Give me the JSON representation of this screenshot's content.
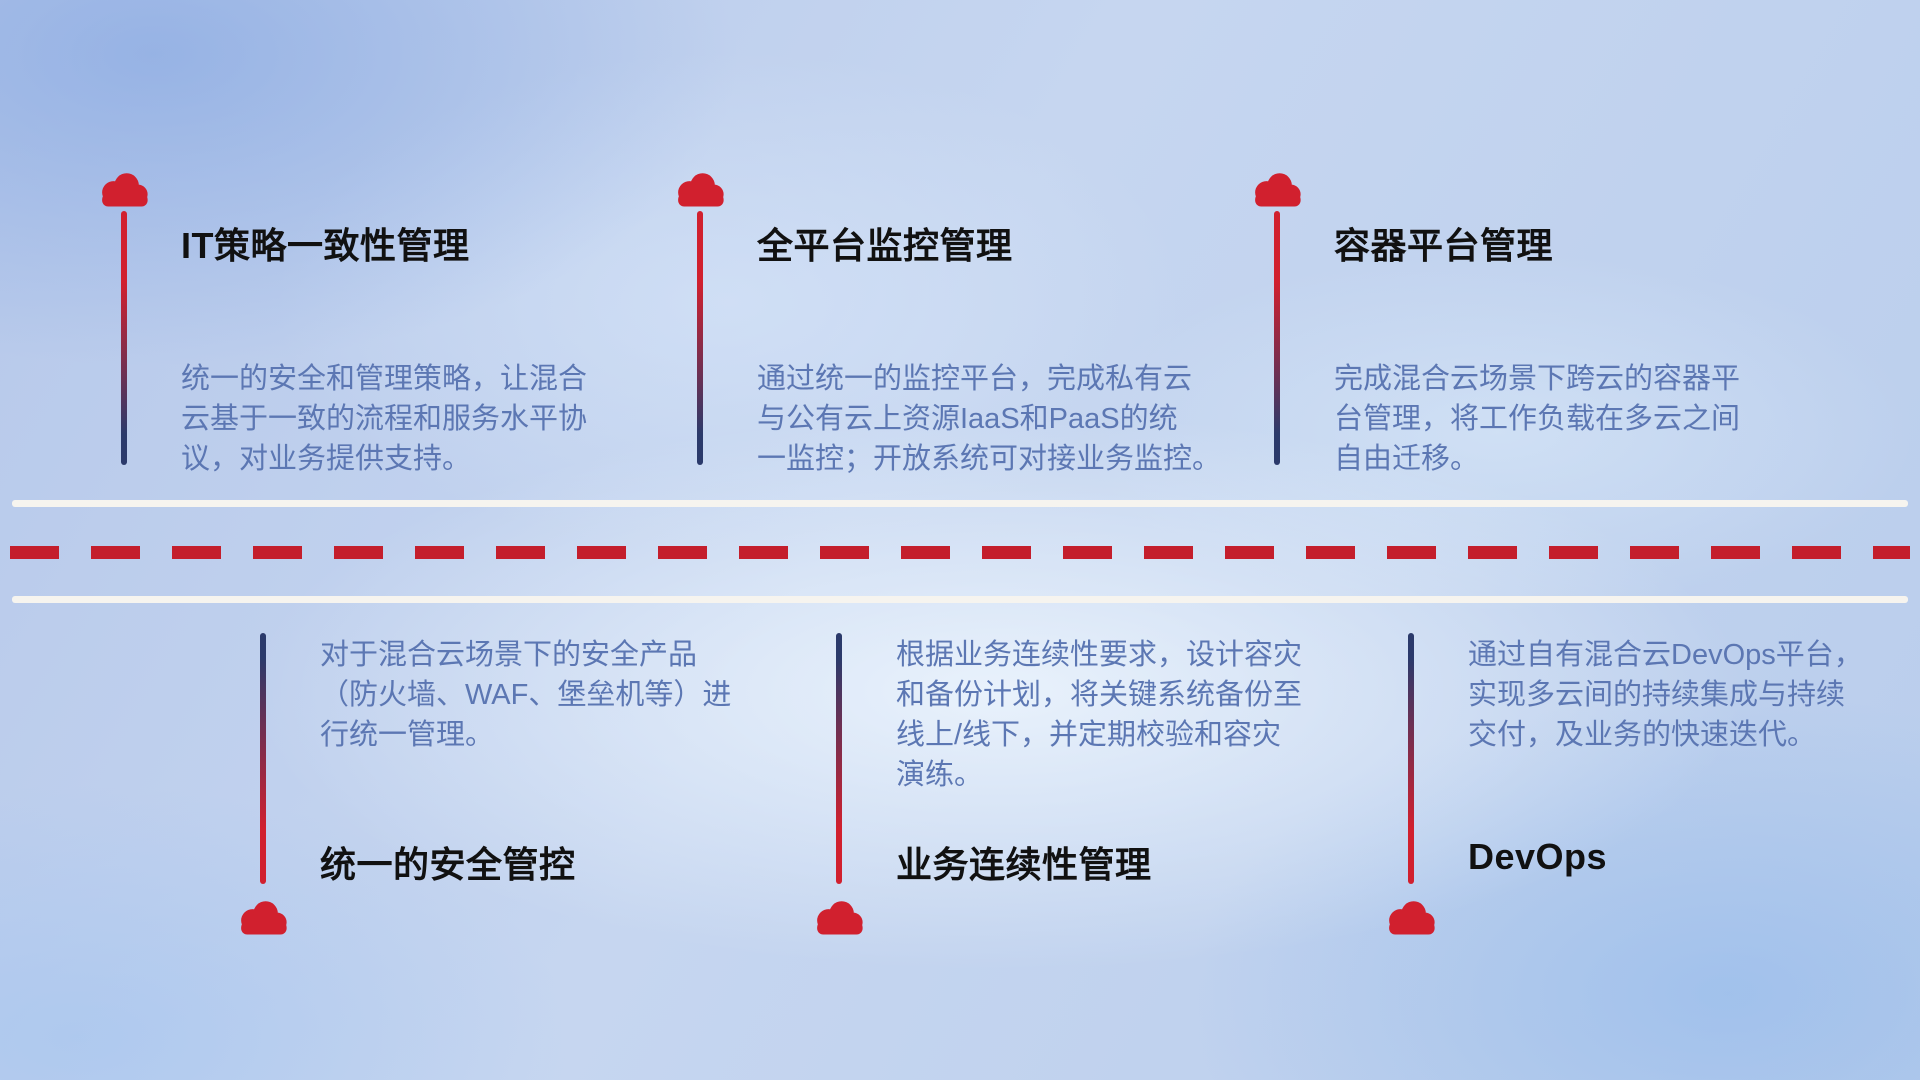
{
  "colors": {
    "cloud_red": "#d1202e",
    "line_red": "#d1202e",
    "line_navy": "#2b3a6b",
    "road_white": "#f6f4ef",
    "road_dash_red": "#c41e2c",
    "title_color": "#111111",
    "desc_color": "#5c77b3"
  },
  "top_items": [
    {
      "icon": "cloud-icon",
      "title": "IT策略一致性管理",
      "description": "统一的安全和管理策略，让混合\n云基于一致的流程和服务水平协\n议，对业务提供支持。"
    },
    {
      "icon": "cloud-icon",
      "title": "全平台监控管理",
      "description": "通过统一的监控平台，完成私有云\n与公有云上资源IaaS和PaaS的统\n一监控；开放系统可对接业务监控。"
    },
    {
      "icon": "cloud-icon",
      "title": "容器平台管理",
      "description": "完成混合云场景下跨云的容器平\n台管理，将工作负载在多云之间\n自由迁移。"
    }
  ],
  "bottom_items": [
    {
      "icon": "cloud-icon",
      "title": "统一的安全管控",
      "description": "对于混合云场景下的安全产品\n（防火墙、WAF、堡垒机等）进\n行统一管理。"
    },
    {
      "icon": "cloud-icon",
      "title": "业务连续性管理",
      "description": "根据业务连续性要求，设计容灾\n和备份计划，将关键系统备份至\n线上/线下，并定期校验和容灾\n演练。"
    },
    {
      "icon": "cloud-icon",
      "title": "DevOps",
      "description": "通过自有混合云DevOps平台，\n实现多云间的持续集成与持续\n交付，及业务的快速迭代。"
    }
  ]
}
